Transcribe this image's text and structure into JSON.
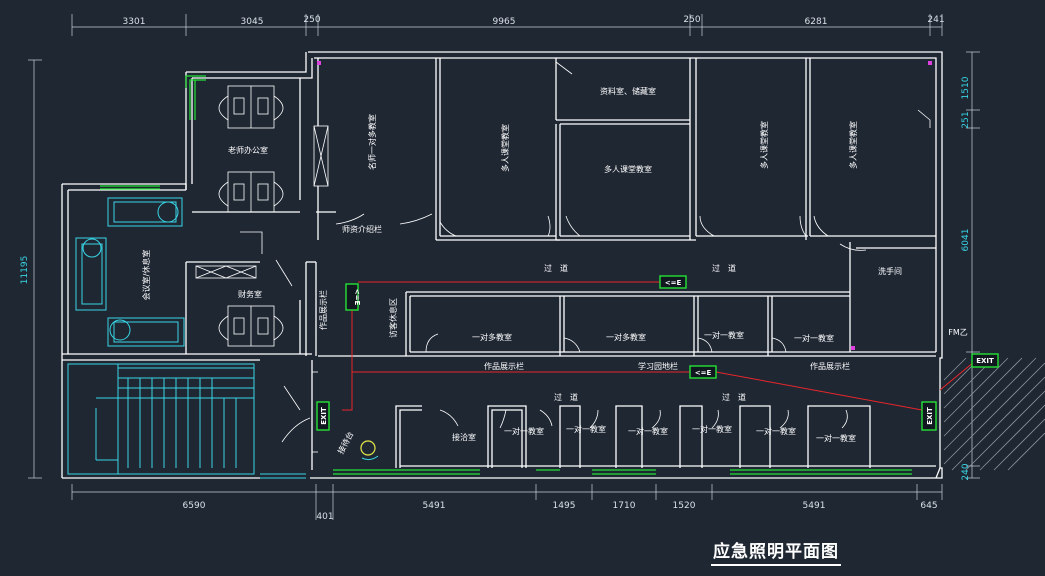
{
  "title": "应急照明平面图",
  "dimensions_top": [
    "3301",
    "3045",
    "250",
    "9965",
    "250",
    "6281",
    "241"
  ],
  "dimensions_bottom": [
    "6590",
    "401",
    "5491",
    "1495",
    "1710",
    "1520",
    "5491",
    "645"
  ],
  "dimensions_left": [
    "11195"
  ],
  "dimensions_right": [
    "1510",
    "251",
    "6041",
    "240"
  ],
  "rooms": {
    "teacher_office": "老师办公室",
    "meeting_room": "会议室/休息室",
    "finance": "财务室",
    "works_display_v": "作品展示栏",
    "one_on_one_multi": "名师一对多教室",
    "multi_class_1": "多人课堂教室",
    "archive": "资料室、储藏室",
    "multi_class_2": "多人课堂教室",
    "multi_class_3": "多人课堂教室",
    "multi_class_4": "多人课堂教室",
    "teacher_intro": "师资介绍栏",
    "corridor_1": "过　道",
    "corridor_2": "过　道",
    "washroom": "洗手间",
    "guest_rest": "访客休息区",
    "one_to_many_1": "一对多教室",
    "one_to_many_2": "一对多教室",
    "one_to_one_1": "一对一教室",
    "one_to_one_2": "一对一教室",
    "works_display_1": "作品展示栏",
    "study_garden": "学习园地栏",
    "works_display_2": "作品展示栏",
    "corridor_3": "过　道",
    "corridor_4": "过　道",
    "reception": "接洽室",
    "one_to_one_3": "一对一教室",
    "one_to_one_4": "一对一教室",
    "one_to_one_5": "一对一教室",
    "one_to_one_6": "一对一教室",
    "one_to_one_7": "一对一教室",
    "one_to_one_8": "一对一教室",
    "front_desk": "接待台",
    "door_tag": "FM乙"
  },
  "signs": {
    "exit_1": "EXIT",
    "exit_2": "EXIT",
    "exit_3": "EXIT",
    "arrow_1": "<=E",
    "arrow_2": "<=E",
    "arrow_3": "<=E"
  },
  "colors": {
    "background": "#1f2733",
    "walls": "#ffffff",
    "dimensions": "#38d6e6",
    "emergency_signs": "#23e234",
    "wiring": "#e8262a"
  }
}
